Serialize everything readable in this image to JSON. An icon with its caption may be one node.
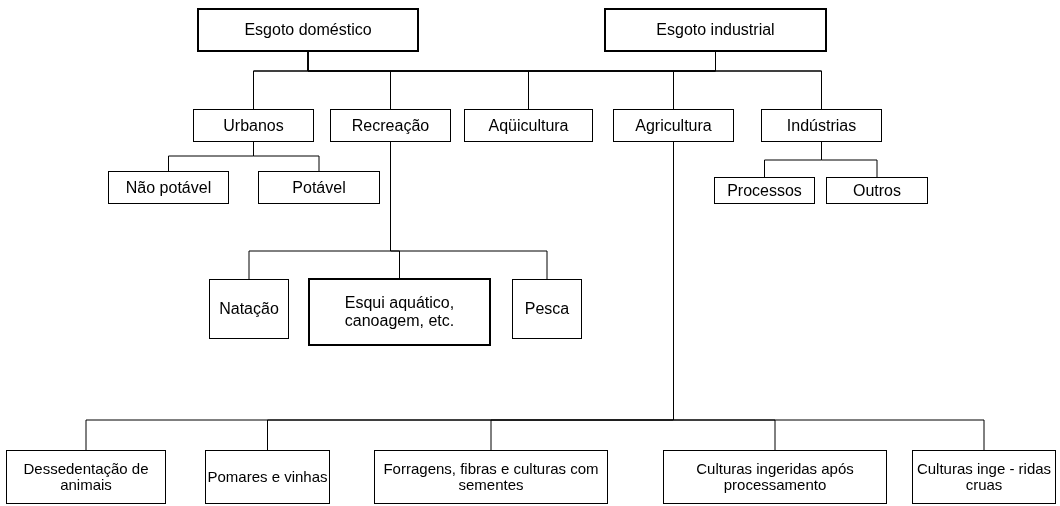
{
  "diagram": {
    "nodes": [
      {
        "text": [
          "Esgoto doméstico"
        ]
      },
      {
        "text": [
          "Esgoto industrial"
        ]
      },
      {
        "text": [
          "Urbanos"
        ]
      },
      {
        "text": [
          "Recreação"
        ]
      },
      {
        "text": [
          "Aqüicultura"
        ]
      },
      {
        "text": [
          "Agricultura"
        ]
      },
      {
        "text": [
          "Indústrias"
        ]
      },
      {
        "text": [
          "Não potável"
        ]
      },
      {
        "text": [
          "Potável"
        ]
      },
      {
        "text": [
          "Processos"
        ]
      },
      {
        "text": [
          "Outros"
        ]
      },
      {
        "text": [
          "Natação"
        ]
      },
      {
        "text": [
          "Esqui aquático, canoagem, etc."
        ]
      },
      {
        "text": [
          "Pesca"
        ]
      },
      {
        "text": [
          "Dessedentação de animais"
        ]
      },
      {
        "text": [
          "Pomares e vinhas"
        ]
      },
      {
        "text": [
          "Forragens, fibras e culturas com sementes"
        ]
      },
      {
        "text": [
          "Culturas ingeridas após processamento"
        ]
      },
      {
        "text": [
          "Culturas inge - ridas cruas"
        ]
      }
    ],
    "edges": [
      {
        "from": 0,
        "to": 2,
        "arrow": "none"
      },
      {
        "from": 0,
        "to": 3,
        "arrow": "none"
      },
      {
        "from": 0,
        "to": 4,
        "arrow": "none"
      },
      {
        "from": 0,
        "to": 5,
        "arrow": "none"
      },
      {
        "from": 0,
        "to": 6,
        "arrow": "none"
      },
      {
        "from": 1,
        "to": 2,
        "arrow": "none"
      },
      {
        "from": 1,
        "to": 3,
        "arrow": "none"
      },
      {
        "from": 1,
        "to": 4,
        "arrow": "none"
      },
      {
        "from": 1,
        "to": 5,
        "arrow": "none"
      },
      {
        "from": 1,
        "to": 6,
        "arrow": "none"
      },
      {
        "from": 2,
        "to": 7,
        "arrow": "none"
      },
      {
        "from": 2,
        "to": 8,
        "arrow": "none"
      },
      {
        "from": 3,
        "to": 11,
        "arrow": "none"
      },
      {
        "from": 3,
        "to": 12,
        "arrow": "none"
      },
      {
        "from": 3,
        "to": 13,
        "arrow": "none"
      },
      {
        "from": 6,
        "to": 9,
        "arrow": "none"
      },
      {
        "from": 6,
        "to": 10,
        "arrow": "none"
      },
      {
        "from": 5,
        "to": 14,
        "arrow": "none"
      },
      {
        "from": 5,
        "to": 15,
        "arrow": "none"
      },
      {
        "from": 5,
        "to": 16,
        "arrow": "none"
      },
      {
        "from": 5,
        "to": 17,
        "arrow": "none"
      },
      {
        "from": 5,
        "to": 18,
        "arrow": "none"
      }
    ]
  }
}
